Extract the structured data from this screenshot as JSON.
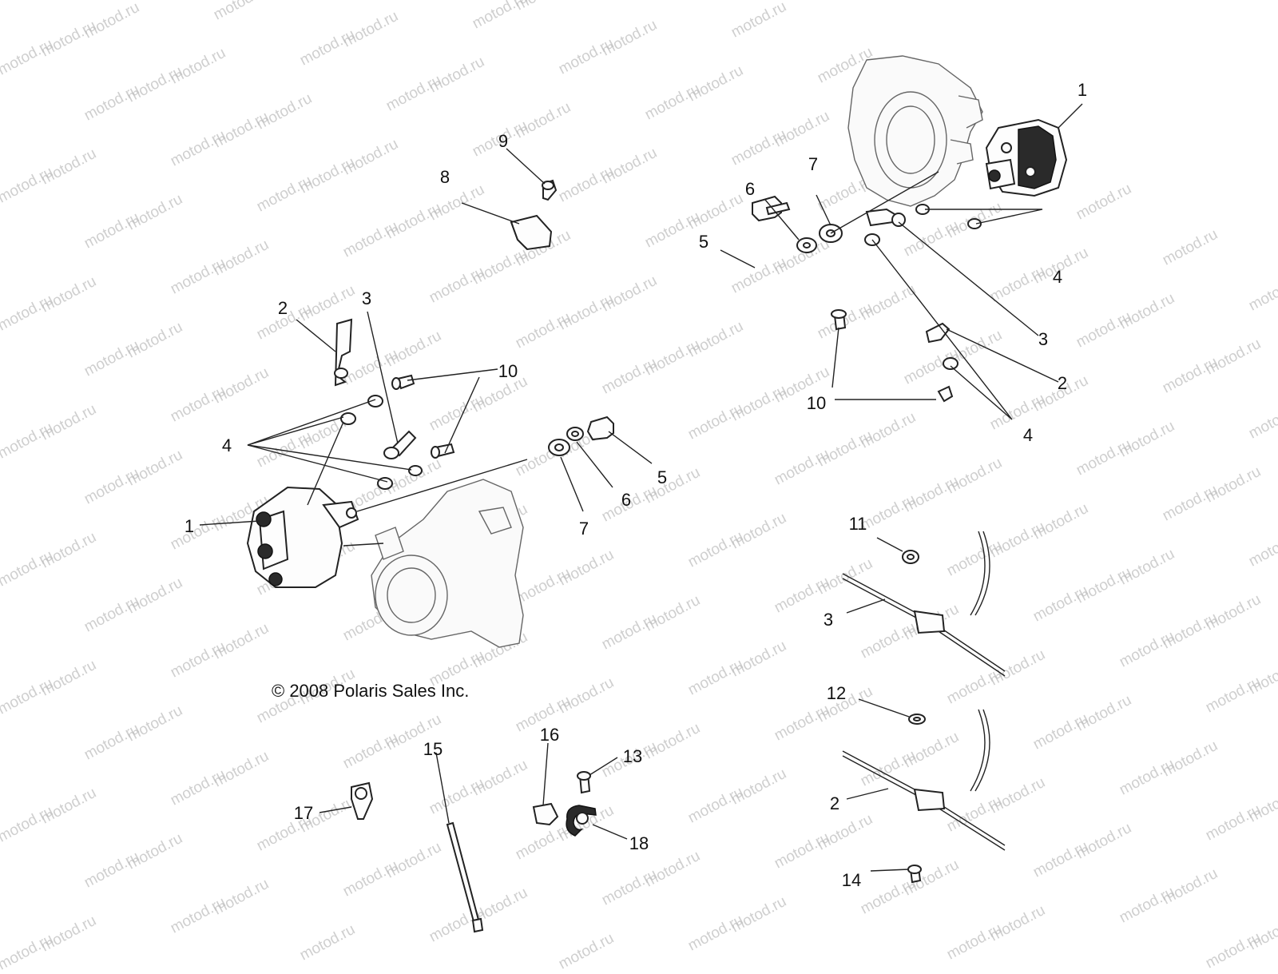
{
  "watermark": {
    "text": "motod.ru"
  },
  "copyright": "© 2008 Polaris Sales Inc.",
  "callouts": {
    "c1a": "1",
    "c1b": "1",
    "c2a": "2",
    "c2b": "2",
    "c2c": "2",
    "c3a": "3",
    "c3b": "3",
    "c3c": "3",
    "c4a": "4",
    "c4b": "4",
    "c4c": "4",
    "c5a": "5",
    "c5b": "5",
    "c6a": "6",
    "c6b": "6",
    "c7a": "7",
    "c7b": "7",
    "c8": "8",
    "c9": "9",
    "c10a": "10",
    "c10b": "10",
    "c11": "11",
    "c12": "12",
    "c13": "13",
    "c14": "14",
    "c15": "15",
    "c16": "16",
    "c17": "17",
    "c18": "18"
  }
}
